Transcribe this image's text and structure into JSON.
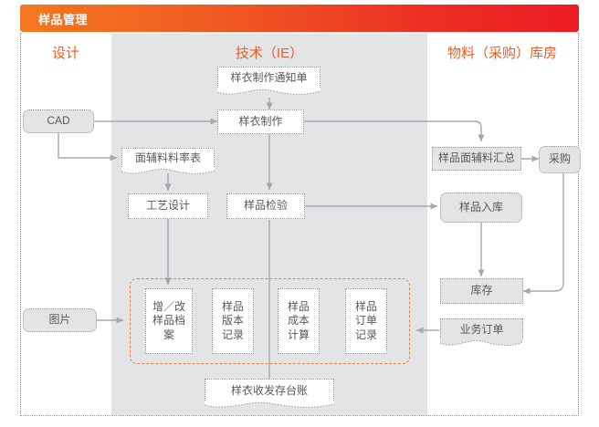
{
  "header": {
    "title": "样品管理",
    "gradient_from": "#F47920",
    "gradient_to": "#ED1C24"
  },
  "lanes": [
    {
      "id": "design",
      "label": "设计"
    },
    {
      "id": "tech",
      "label": "技术（IE）"
    },
    {
      "id": "material",
      "label": "物料（采购）库房"
    }
  ],
  "colors": {
    "accent_orange": "#F05A22",
    "lane_fill": "#E3E4E6",
    "node_text": "#58595B",
    "node_border": "#9a9a9a",
    "connector": "#A6A8AB",
    "group_border": "#F08040"
  },
  "nodes": {
    "cad": {
      "label": "CAD",
      "shape": "rounded-rect",
      "fill": "gray",
      "lane": "design"
    },
    "picture": {
      "label": "图片",
      "shape": "rounded-rect",
      "fill": "gray",
      "lane": "design"
    },
    "notice": {
      "label": "样衣制作通知单",
      "shape": "document",
      "fill": "white",
      "lane": "tech"
    },
    "sample_make": {
      "label": "样衣制作",
      "shape": "rect",
      "fill": "white",
      "lane": "tech"
    },
    "fabric_rate": {
      "label": "面辅料料率表",
      "shape": "document",
      "fill": "white",
      "lane": "tech"
    },
    "craft_design": {
      "label": "工艺设计",
      "shape": "rect",
      "fill": "white",
      "lane": "tech"
    },
    "sample_check": {
      "label": "样品检验",
      "shape": "rect",
      "fill": "white",
      "lane": "tech"
    },
    "add_edit_file": {
      "label": "增／改\n样品档案",
      "shape": "rect",
      "fill": "white",
      "lane": "tech"
    },
    "version_record": {
      "label": "样品\n版本\n记录",
      "shape": "rect",
      "fill": "white",
      "lane": "tech"
    },
    "cost_calc": {
      "label": "样品\n成本\n计算",
      "shape": "rect",
      "fill": "white",
      "lane": "tech"
    },
    "order_record": {
      "label": "样品\n订单\n记录",
      "shape": "rect",
      "fill": "white",
      "lane": "tech"
    },
    "ledger": {
      "label": "样衣收发存台账",
      "shape": "document",
      "fill": "white",
      "lane": "tech"
    },
    "fabric_summary": {
      "label": "样品面辅料汇总",
      "shape": "rect",
      "fill": "gray",
      "lane": "material"
    },
    "purchase": {
      "label": "采购",
      "shape": "rect",
      "fill": "gray",
      "lane": "material"
    },
    "sample_inbound": {
      "label": "样品入库",
      "shape": "rounded-rect",
      "fill": "gray",
      "lane": "material"
    },
    "stock": {
      "label": "库存",
      "shape": "rect",
      "fill": "gray",
      "lane": "material"
    },
    "biz_order": {
      "label": "业务订单",
      "shape": "document",
      "fill": "gray",
      "lane": "material"
    }
  },
  "node_labels": {
    "cad": "CAD",
    "picture": "图片",
    "notice": "样衣制作通知单",
    "sample_make": "样衣制作",
    "fabric_rate": "面辅料料率表",
    "craft_design": "工艺设计",
    "sample_check": "样品检验",
    "add_edit_file_l1": "增／改",
    "add_edit_file_l2": "样品档",
    "add_edit_file_l3": "案",
    "version_record_l1": "样品",
    "version_record_l2": "版本",
    "version_record_l3": "记录",
    "cost_calc_l1": "样品",
    "cost_calc_l2": "成本",
    "cost_calc_l3": "计算",
    "order_record_l1": "样品",
    "order_record_l2": "订单",
    "order_record_l3": "记录",
    "ledger": "样衣收发存台账",
    "fabric_summary": "样品面辅料汇总",
    "purchase": "采购",
    "sample_inbound": "样品入库",
    "stock": "库存",
    "biz_order": "业务订单"
  },
  "edges": [
    {
      "from": "cad",
      "to": "sample_make",
      "arrow": true
    },
    {
      "from": "cad",
      "to": "fabric_rate",
      "arrow": true
    },
    {
      "from": "notice",
      "to": "sample_make",
      "arrow": true
    },
    {
      "from": "sample_make",
      "to": "sample_check",
      "arrow": true
    },
    {
      "from": "sample_make",
      "to": "fabric_summary",
      "arrow": true
    },
    {
      "from": "fabric_rate",
      "to": "craft_design",
      "arrow": true
    },
    {
      "from": "craft_design",
      "to": "add_edit_file",
      "arrow": true
    },
    {
      "from": "sample_check",
      "to": "sample_inbound",
      "arrow": true
    },
    {
      "from": "sample_check",
      "to": "ledger",
      "arrow": false
    },
    {
      "from": "picture",
      "to": "add_edit_file",
      "arrow": true
    },
    {
      "from": "fabric_summary",
      "to": "purchase",
      "arrow": true
    },
    {
      "from": "sample_inbound",
      "to": "stock",
      "arrow": true
    },
    {
      "from": "purchase",
      "to": "stock",
      "arrow": true
    },
    {
      "from": "biz_order",
      "to": "order_record",
      "arrow": true
    }
  ]
}
